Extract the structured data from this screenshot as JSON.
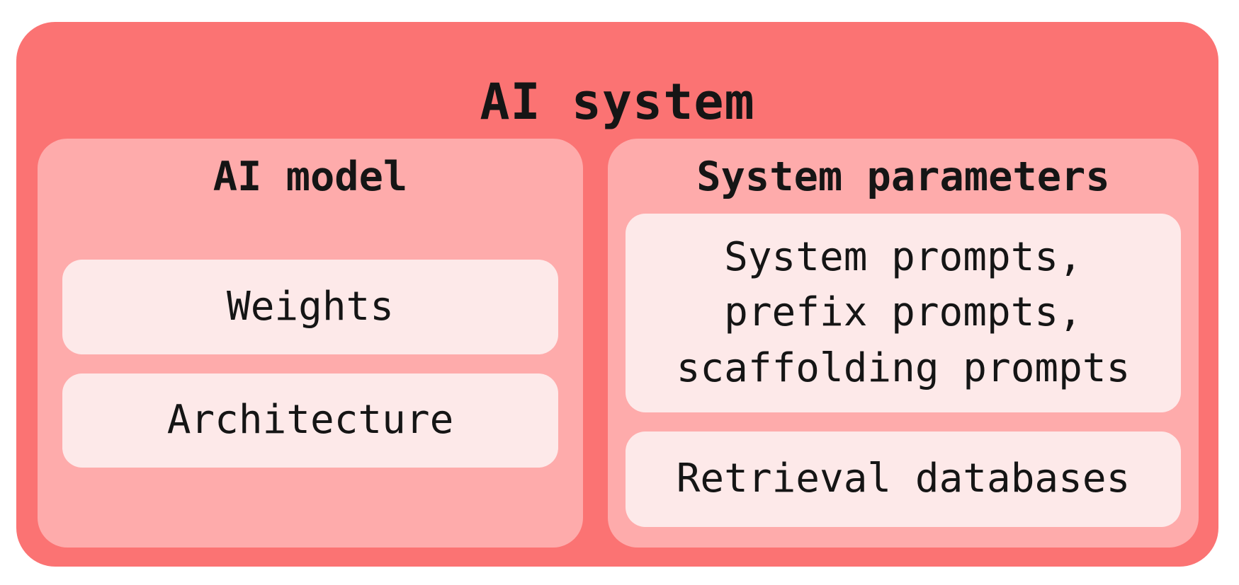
{
  "diagram": {
    "title": "AI system",
    "colors": {
      "background": "#ffffff",
      "outer": "#fb7373",
      "panel": "#feabab",
      "leaf": "#fde9e9",
      "text": "#151515"
    },
    "panels": [
      {
        "id": "ai-model",
        "title": "AI model",
        "leaves": [
          {
            "label": "Weights"
          },
          {
            "label": "Architecture"
          }
        ]
      },
      {
        "id": "system-parameters",
        "title": "System parameters",
        "leaves": [
          {
            "label": "System prompts,\nprefix prompts,\nscaffolding prompts"
          },
          {
            "label": "Retrieval databases"
          }
        ]
      }
    ]
  }
}
